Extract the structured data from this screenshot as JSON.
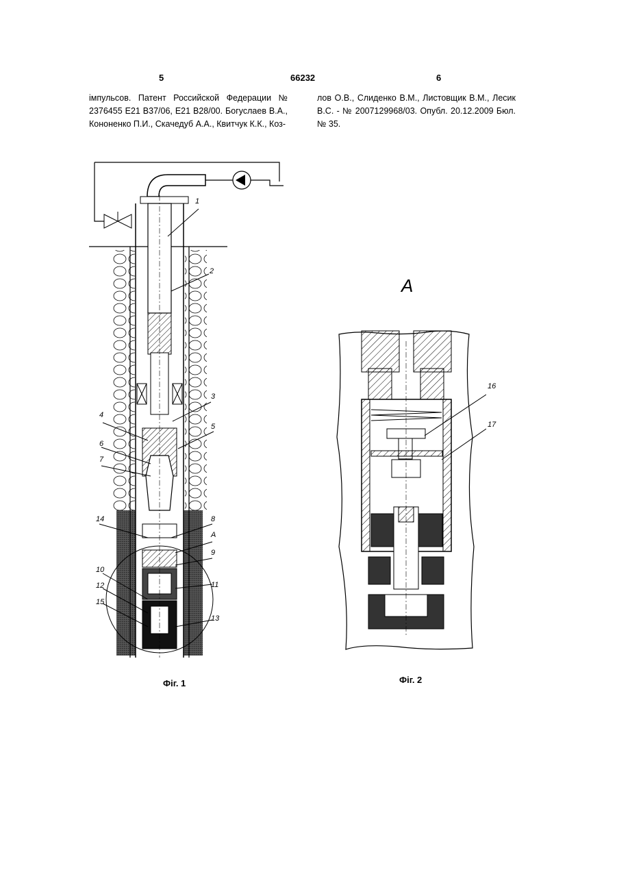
{
  "header": {
    "page_left": "5",
    "doc_number": "66232",
    "page_right": "6"
  },
  "text": {
    "left_col": "імпульсов. Патент Российской Федерации № 2376455 Е21 В37/06, Е21 В28/00. Богуслаев В.А., Кононенко П.И., Скачедуб А.А., Квитчук К.К., Коз-",
    "right_col": "лов О.В., Слиденко В.М., Листовщик В.М., Лесик В.С. - № 2007129968/03. Опубл. 20.12.2009 Бюл. № 35."
  },
  "figures": {
    "fig1": {
      "caption": "Фіг. 1",
      "labels": [
        "1",
        "2",
        "3",
        "4",
        "5",
        "6",
        "7",
        "8",
        "A",
        "9",
        "10",
        "11",
        "12",
        "13",
        "14",
        "15"
      ]
    },
    "fig2": {
      "caption": "Фіг. 2",
      "title": "A",
      "labels": [
        "16",
        "17"
      ]
    }
  }
}
